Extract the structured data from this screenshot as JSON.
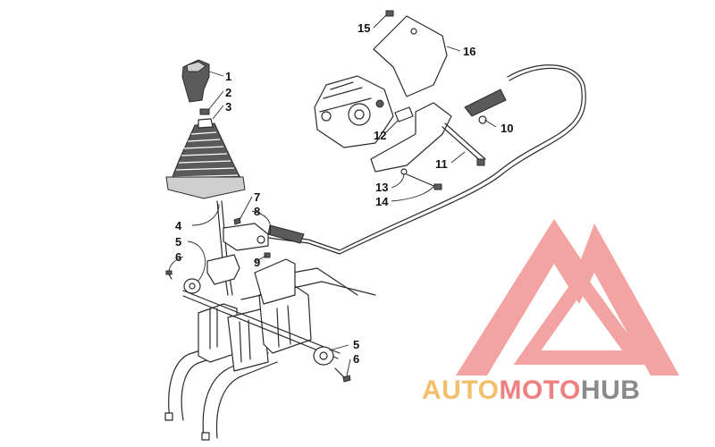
{
  "callouts": [
    {
      "id": "c1",
      "text": "1"
    },
    {
      "id": "c2",
      "text": "2"
    },
    {
      "id": "c3",
      "text": "3"
    },
    {
      "id": "c4",
      "text": "4"
    },
    {
      "id": "c5a",
      "text": "5"
    },
    {
      "id": "c6a",
      "text": "6"
    },
    {
      "id": "c7",
      "text": "7"
    },
    {
      "id": "c8",
      "text": "8"
    },
    {
      "id": "c9",
      "text": "9"
    },
    {
      "id": "c5b",
      "text": "5"
    },
    {
      "id": "c6b",
      "text": "6"
    },
    {
      "id": "c10",
      "text": "10"
    },
    {
      "id": "c11",
      "text": "11"
    },
    {
      "id": "c12",
      "text": "12"
    },
    {
      "id": "c13",
      "text": "13"
    },
    {
      "id": "c14",
      "text": "14"
    },
    {
      "id": "c15",
      "text": "15"
    },
    {
      "id": "c16",
      "text": "16"
    }
  ],
  "watermark": {
    "part1": "AUTO",
    "part2": "MOTO",
    "part3": "HUB",
    "color1": "#f2bf6a",
    "color2": "#f08080",
    "color3": "#8a8a8a",
    "logo_color": "#f4a3a3"
  }
}
